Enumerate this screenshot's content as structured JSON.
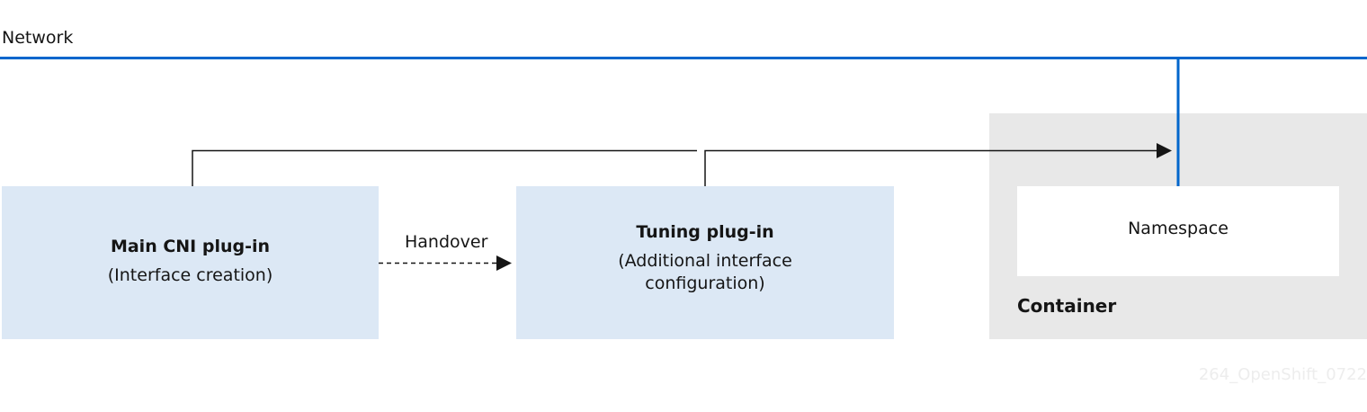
{
  "network_label": "Network",
  "main_plugin": {
    "title": "Main CNI plug-in",
    "subtitle": "(Interface creation)"
  },
  "handover_label": "Handover",
  "tuning_plugin": {
    "title": "Tuning plug-in",
    "subtitle_line1": "(Additional interface",
    "subtitle_line2": "configuration)"
  },
  "namespace_label": "Namespace",
  "container_label": "Container",
  "watermark": "264_OpenShift_0722",
  "colors": {
    "network_line": "#0066cc",
    "plugin_box": "#dce8f5",
    "container_box": "#e8e8e8"
  }
}
